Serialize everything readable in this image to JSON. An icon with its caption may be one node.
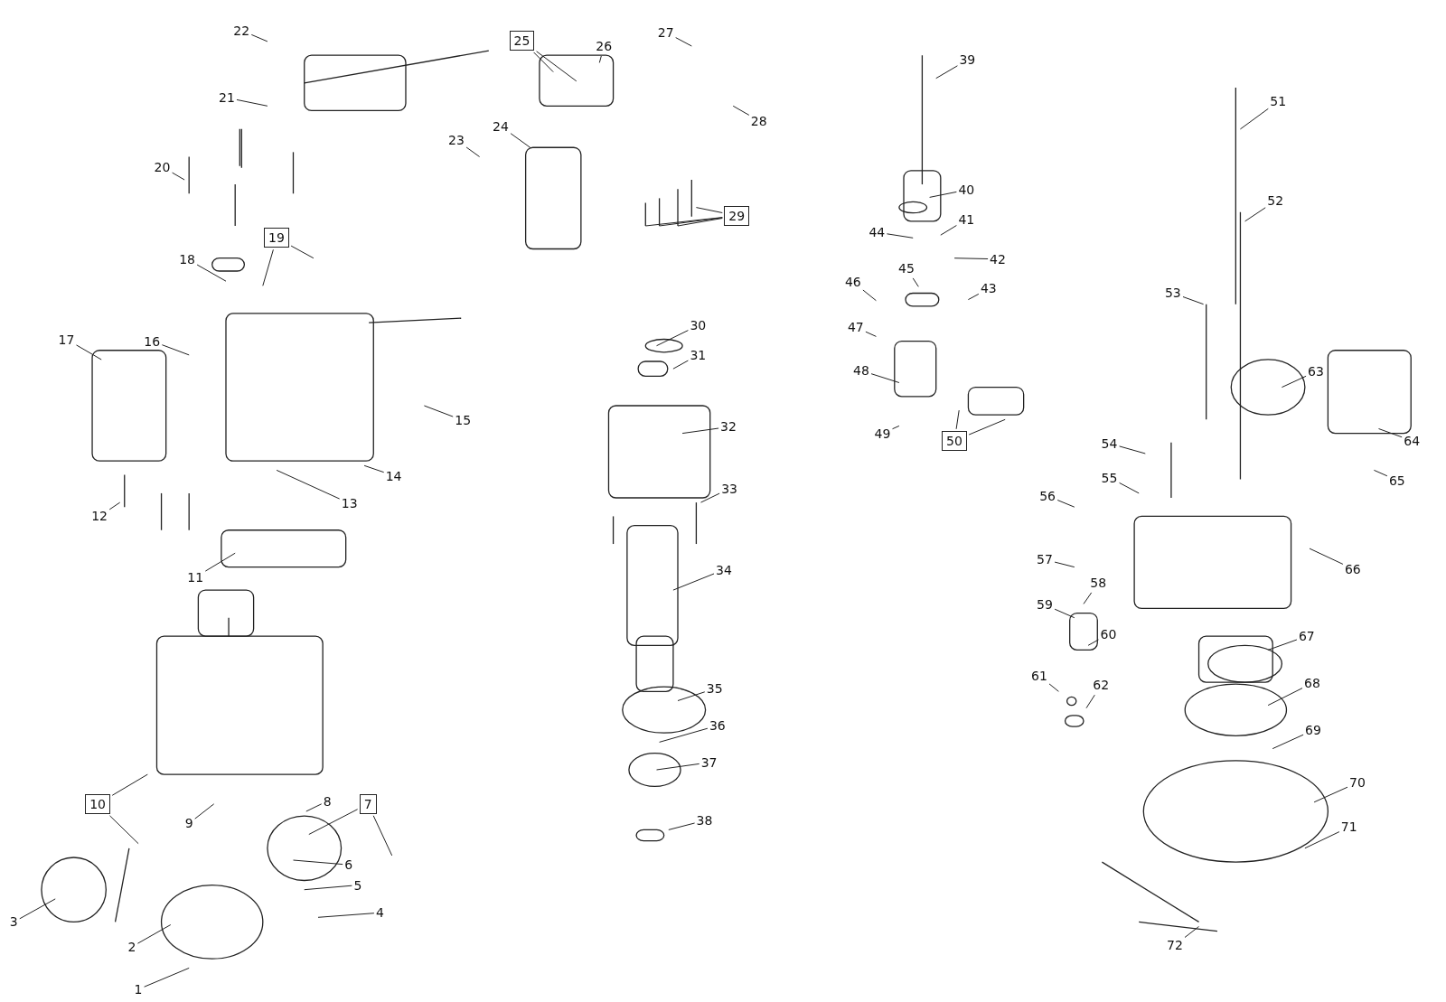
{
  "diagram": {
    "nodes": [
      {
        "text": [
          "1"
        ]
      },
      {
        "text": [
          "2"
        ]
      },
      {
        "text": [
          "3"
        ]
      },
      {
        "text": [
          "4"
        ]
      },
      {
        "text": [
          "5"
        ]
      },
      {
        "text": [
          "6"
        ]
      },
      {
        "text": [
          "7"
        ]
      },
      {
        "text": [
          "8"
        ]
      },
      {
        "text": [
          "9"
        ]
      },
      {
        "text": [
          "10"
        ]
      },
      {
        "text": [
          "11"
        ]
      },
      {
        "text": [
          "12"
        ]
      },
      {
        "text": [
          "13"
        ]
      },
      {
        "text": [
          "14"
        ]
      },
      {
        "text": [
          "15"
        ]
      },
      {
        "text": [
          "16"
        ]
      },
      {
        "text": [
          "17"
        ]
      },
      {
        "text": [
          "18"
        ]
      },
      {
        "text": [
          "19"
        ]
      },
      {
        "text": [
          "20"
        ]
      },
      {
        "text": [
          "21"
        ]
      },
      {
        "text": [
          "22"
        ]
      },
      {
        "text": [
          "23"
        ]
      },
      {
        "text": [
          "24"
        ]
      },
      {
        "text": [
          "25"
        ]
      },
      {
        "text": [
          "26"
        ]
      },
      {
        "text": [
          "27"
        ]
      },
      {
        "text": [
          "28"
        ]
      },
      {
        "text": [
          "29"
        ]
      },
      {
        "text": [
          "30"
        ]
      },
      {
        "text": [
          "31"
        ]
      },
      {
        "text": [
          "32"
        ]
      },
      {
        "text": [
          "33"
        ]
      },
      {
        "text": [
          "34"
        ]
      },
      {
        "text": [
          "35"
        ]
      },
      {
        "text": [
          "36"
        ]
      },
      {
        "text": [
          "37"
        ]
      },
      {
        "text": [
          "38"
        ]
      },
      {
        "text": [
          "39"
        ]
      },
      {
        "text": [
          "40"
        ]
      },
      {
        "text": [
          "41"
        ]
      },
      {
        "text": [
          "42"
        ]
      },
      {
        "text": [
          "43"
        ]
      },
      {
        "text": [
          "44"
        ]
      },
      {
        "text": [
          "45"
        ]
      },
      {
        "text": [
          "46"
        ]
      },
      {
        "text": [
          "47"
        ]
      },
      {
        "text": [
          "48"
        ]
      },
      {
        "text": [
          "49"
        ]
      },
      {
        "text": [
          "50"
        ]
      },
      {
        "text": [
          "51"
        ]
      },
      {
        "text": [
          "52"
        ]
      },
      {
        "text": [
          "53"
        ]
      },
      {
        "text": [
          "54"
        ]
      },
      {
        "text": [
          "55"
        ]
      },
      {
        "text": [
          "56"
        ]
      },
      {
        "text": [
          "57"
        ]
      },
      {
        "text": [
          "58"
        ]
      },
      {
        "text": [
          "59"
        ]
      },
      {
        "text": [
          "60"
        ]
      },
      {
        "text": [
          "61"
        ]
      },
      {
        "text": [
          "62"
        ]
      },
      {
        "text": [
          "63"
        ]
      },
      {
        "text": [
          "64"
        ]
      },
      {
        "text": [
          "65"
        ]
      },
      {
        "text": [
          "66"
        ]
      },
      {
        "text": [
          "67"
        ]
      },
      {
        "text": [
          "68"
        ]
      },
      {
        "text": [
          "69"
        ]
      },
      {
        "text": [
          "70"
        ]
      },
      {
        "text": [
          "71"
        ]
      },
      {
        "text": [
          "72"
        ]
      }
    ],
    "edges": [
      {
        "from": 0,
        "to": null,
        "arrow": "none"
      },
      {
        "from": 1,
        "to": null,
        "arrow": "none"
      },
      {
        "from": 2,
        "to": null,
        "arrow": "none"
      },
      {
        "from": 3,
        "to": null,
        "arrow": "none"
      },
      {
        "from": 4,
        "to": null,
        "arrow": "none"
      },
      {
        "from": 5,
        "to": null,
        "arrow": "none"
      },
      {
        "from": 6,
        "to": null,
        "arrow": "none"
      },
      {
        "from": 6,
        "to": null,
        "arrow": "none"
      },
      {
        "from": 7,
        "to": null,
        "arrow": "none"
      },
      {
        "from": 8,
        "to": null,
        "arrow": "none"
      },
      {
        "from": 9,
        "to": null,
        "arrow": "none"
      },
      {
        "from": 9,
        "to": null,
        "arrow": "none"
      },
      {
        "from": 10,
        "to": null,
        "arrow": "none"
      },
      {
        "from": 11,
        "to": null,
        "arrow": "none"
      },
      {
        "from": 12,
        "to": null,
        "arrow": "none"
      },
      {
        "from": 13,
        "to": null,
        "arrow": "none"
      },
      {
        "from": 14,
        "to": null,
        "arrow": "none"
      },
      {
        "from": 15,
        "to": null,
        "arrow": "none"
      },
      {
        "from": 16,
        "to": null,
        "arrow": "none"
      },
      {
        "from": 17,
        "to": null,
        "arrow": "none"
      },
      {
        "from": 18,
        "to": null,
        "arrow": "none"
      },
      {
        "from": 18,
        "to": null,
        "arrow": "none"
      },
      {
        "from": 19,
        "to": null,
        "arrow": "none"
      },
      {
        "from": 20,
        "to": null,
        "arrow": "none"
      },
      {
        "from": 21,
        "to": null,
        "arrow": "none"
      },
      {
        "from": 22,
        "to": null,
        "arrow": "none"
      },
      {
        "from": 23,
        "to": null,
        "arrow": "none"
      },
      {
        "from": 24,
        "to": null,
        "arrow": "none"
      },
      {
        "from": 24,
        "to": null,
        "arrow": "none"
      },
      {
        "from": 25,
        "to": null,
        "arrow": "none"
      },
      {
        "from": 26,
        "to": null,
        "arrow": "none"
      },
      {
        "from": 27,
        "to": null,
        "arrow": "none"
      },
      {
        "from": 28,
        "to": null,
        "arrow": "none"
      },
      {
        "from": 28,
        "to": null,
        "arrow": "none"
      },
      {
        "from": 28,
        "to": null,
        "arrow": "none"
      },
      {
        "from": 28,
        "to": null,
        "arrow": "none"
      },
      {
        "from": 29,
        "to": null,
        "arrow": "none"
      },
      {
        "from": 30,
        "to": null,
        "arrow": "none"
      },
      {
        "from": 31,
        "to": null,
        "arrow": "none"
      },
      {
        "from": 32,
        "to": null,
        "arrow": "none"
      },
      {
        "from": 33,
        "to": null,
        "arrow": "none"
      },
      {
        "from": 34,
        "to": null,
        "arrow": "none"
      },
      {
        "from": 35,
        "to": null,
        "arrow": "none"
      },
      {
        "from": 36,
        "to": null,
        "arrow": "none"
      },
      {
        "from": 37,
        "to": null,
        "arrow": "none"
      },
      {
        "from": 38,
        "to": null,
        "arrow": "none"
      },
      {
        "from": 39,
        "to": null,
        "arrow": "none"
      },
      {
        "from": 40,
        "to": null,
        "arrow": "none"
      },
      {
        "from": 41,
        "to": null,
        "arrow": "none"
      },
      {
        "from": 42,
        "to": null,
        "arrow": "none"
      },
      {
        "from": 43,
        "to": null,
        "arrow": "none"
      },
      {
        "from": 44,
        "to": null,
        "arrow": "none"
      },
      {
        "from": 45,
        "to": null,
        "arrow": "none"
      },
      {
        "from": 46,
        "to": null,
        "arrow": "none"
      },
      {
        "from": 47,
        "to": null,
        "arrow": "none"
      },
      {
        "from": 48,
        "to": null,
        "arrow": "none"
      },
      {
        "from": 49,
        "to": null,
        "arrow": "none"
      },
      {
        "from": 49,
        "to": null,
        "arrow": "none"
      },
      {
        "from": 50,
        "to": null,
        "arrow": "none"
      },
      {
        "from": 51,
        "to": null,
        "arrow": "none"
      },
      {
        "from": 52,
        "to": null,
        "arrow": "none"
      },
      {
        "from": 53,
        "to": null,
        "arrow": "none"
      },
      {
        "from": 54,
        "to": null,
        "arrow": "none"
      },
      {
        "from": 55,
        "to": null,
        "arrow": "none"
      },
      {
        "from": 56,
        "to": null,
        "arrow": "none"
      },
      {
        "from": 57,
        "to": null,
        "arrow": "none"
      },
      {
        "from": 58,
        "to": null,
        "arrow": "none"
      },
      {
        "from": 59,
        "to": null,
        "arrow": "none"
      },
      {
        "from": 60,
        "to": null,
        "arrow": "none"
      },
      {
        "from": 61,
        "to": null,
        "arrow": "none"
      },
      {
        "from": 62,
        "to": null,
        "arrow": "none"
      },
      {
        "from": 63,
        "to": null,
        "arrow": "none"
      },
      {
        "from": 64,
        "to": null,
        "arrow": "none"
      },
      {
        "from": 65,
        "to": null,
        "arrow": "none"
      },
      {
        "from": 66,
        "to": null,
        "arrow": "none"
      },
      {
        "from": 67,
        "to": null,
        "arrow": "none"
      },
      {
        "from": 68,
        "to": null,
        "arrow": "none"
      },
      {
        "from": 69,
        "to": null,
        "arrow": "none"
      },
      {
        "from": 70,
        "to": null,
        "arrow": "none"
      },
      {
        "from": 71,
        "to": null,
        "arrow": "none"
      }
    ]
  }
}
